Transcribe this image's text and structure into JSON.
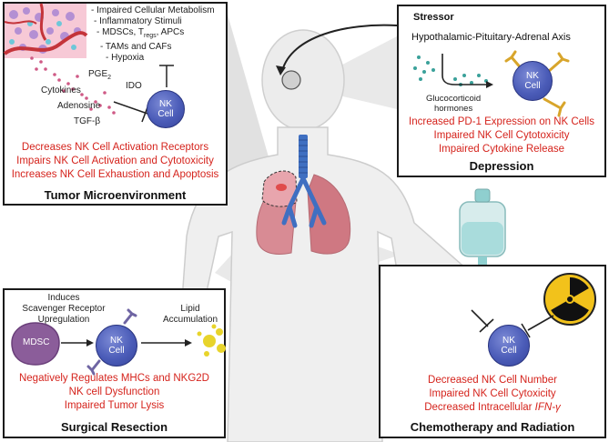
{
  "tumor": {
    "list": [
      "- Impaired Cellular Metabolism",
      "- Inflammatory Stimuli",
      "- MDSCs, T",
      "- TAMs and CAFs",
      "- Hypoxia"
    ],
    "list_sub_regs": "regs",
    "list_sub_apcs": ", APCs",
    "pge": "PGE",
    "pge_sub": "2",
    "ido": "IDO",
    "cytokines": "Cytokines",
    "adenosine": "Adenosine",
    "tgf": "TGF-β",
    "nk": [
      "NK",
      "Cell"
    ],
    "effects": [
      "Decreases NK Cell Activation Receptors",
      "Impairs NK Cell Activation and Cytotoxicity",
      "Increases NK Cell Exhaustion and Apoptosis"
    ],
    "title": "Tumor Microenvironment"
  },
  "depression": {
    "stressor": "Stressor",
    "axis": "Hypothalamic-Pituitary-Adrenal Axis",
    "hormones": [
      "Glucocorticoid",
      "hormones"
    ],
    "nk": [
      "NK",
      "Cell"
    ],
    "effects": [
      "Increased PD-1 Expression on NK Cells",
      "Impaired NK Cell Cytotoxicity",
      "Impaired Cytokine Release"
    ],
    "title": "Depression"
  },
  "surgical": {
    "induces": [
      "Induces",
      "Scavenger Receptor",
      "Upregulation"
    ],
    "mdsc": "MDSC",
    "nk": [
      "NK",
      "Cell"
    ],
    "lipid": [
      "Lipid",
      "Accumulation"
    ],
    "effects": [
      "Negatively Regulates MHCs and NKG2D",
      "NK cell Dysfunction",
      "Impaired Tumor Lysis"
    ],
    "title": "Surgical Resection"
  },
  "chemo": {
    "nk": [
      "NK",
      "Cell"
    ],
    "effects": [
      "Decreased  NK Cell Number",
      "Impaired NK Cell Cytoxicity",
      "Decreased Intracellular "
    ],
    "ifn": "IFN-γ",
    "title": "Chemotherapy and Radiation"
  },
  "colors": {
    "effect_red": "#d5231c",
    "nk_blue": "#4b5cb8",
    "mdsc_purple": "#8b5d9a",
    "lung_pink": "#d88b94",
    "trachea_blue": "#3f6fc1"
  }
}
